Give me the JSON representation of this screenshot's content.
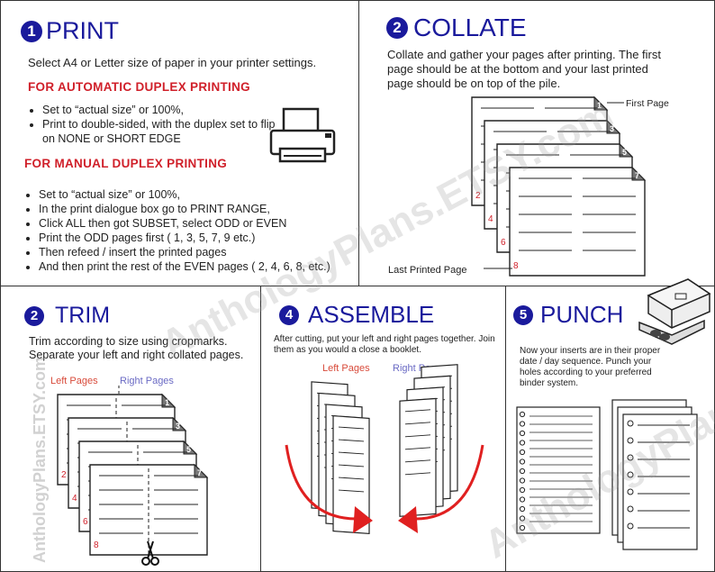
{
  "print": {
    "number": "1",
    "title": "PRINT",
    "intro": "Select A4 or Letter size of paper in your printer settings.",
    "auto_heading": "FOR AUTOMATIC DUPLEX PRINTING",
    "auto_items": [
      "Set to  “actual size” or 100%,",
      "Print to double-sided, with the duplex set to flip on NONE or SHORT EDGE"
    ],
    "manual_heading": "FOR MANUAL DUPLEX PRINTING",
    "manual_items": [
      "Set to  “actual size” or 100%,",
      "In the print dialogue box go to PRINT RANGE,",
      "Click ALL then got SUBSET, select ODD or EVEN",
      "Print the ODD pages first ( 1, 3, 5, 7, 9 etc.)",
      "Then refeed / insert the printed pages",
      "And then print the rest of the EVEN pages ( 2, 4, 6, 8, etc.)"
    ]
  },
  "collate": {
    "number": "2",
    "title": "COLLATE",
    "text": "Collate and gather your pages after printing. The first page should be at the bottom and your last printed page should be on top of the pile.",
    "first_page_label": "First Page",
    "last_page_label": "Last Printed Page",
    "page_numbers_odd": [
      "1",
      "3",
      "5",
      "7"
    ],
    "page_numbers_even": [
      "2",
      "4",
      "6",
      "8"
    ]
  },
  "trim": {
    "number": "2",
    "title": "TRIM",
    "text": "Trim according to size using cropmarks. Separate your left and right collated pages.",
    "left_label": "Left Pages",
    "right_label": "Right Pages",
    "page_numbers_odd": [
      "1",
      "3",
      "5",
      "7"
    ],
    "page_numbers_even": [
      "2",
      "4",
      "6",
      "8"
    ]
  },
  "assemble": {
    "number": "4",
    "title": "ASSEMBLE",
    "text": "After cutting, put your left and right pages together. Join them as you would a close a booklet.",
    "left_label": "Left Pages",
    "right_label": "Right Pages"
  },
  "punch": {
    "number": "5",
    "title": "PUNCH",
    "text": "Now your inserts are in their proper date / day sequence. Punch your holes according to your preferred binder system."
  },
  "watermark": {
    "side": "AnthologyPlans.ETSY.com",
    "diag1": "AnthologyPlans.ETSY.com",
    "diag2": "AnthologyPlans"
  },
  "colors": {
    "blue": "#1a1a9c",
    "red": "#d0202a",
    "arrow": "#e02020",
    "tab": "#777777",
    "left_label": "#d84a3a",
    "right_label": "#6a6ac4"
  }
}
